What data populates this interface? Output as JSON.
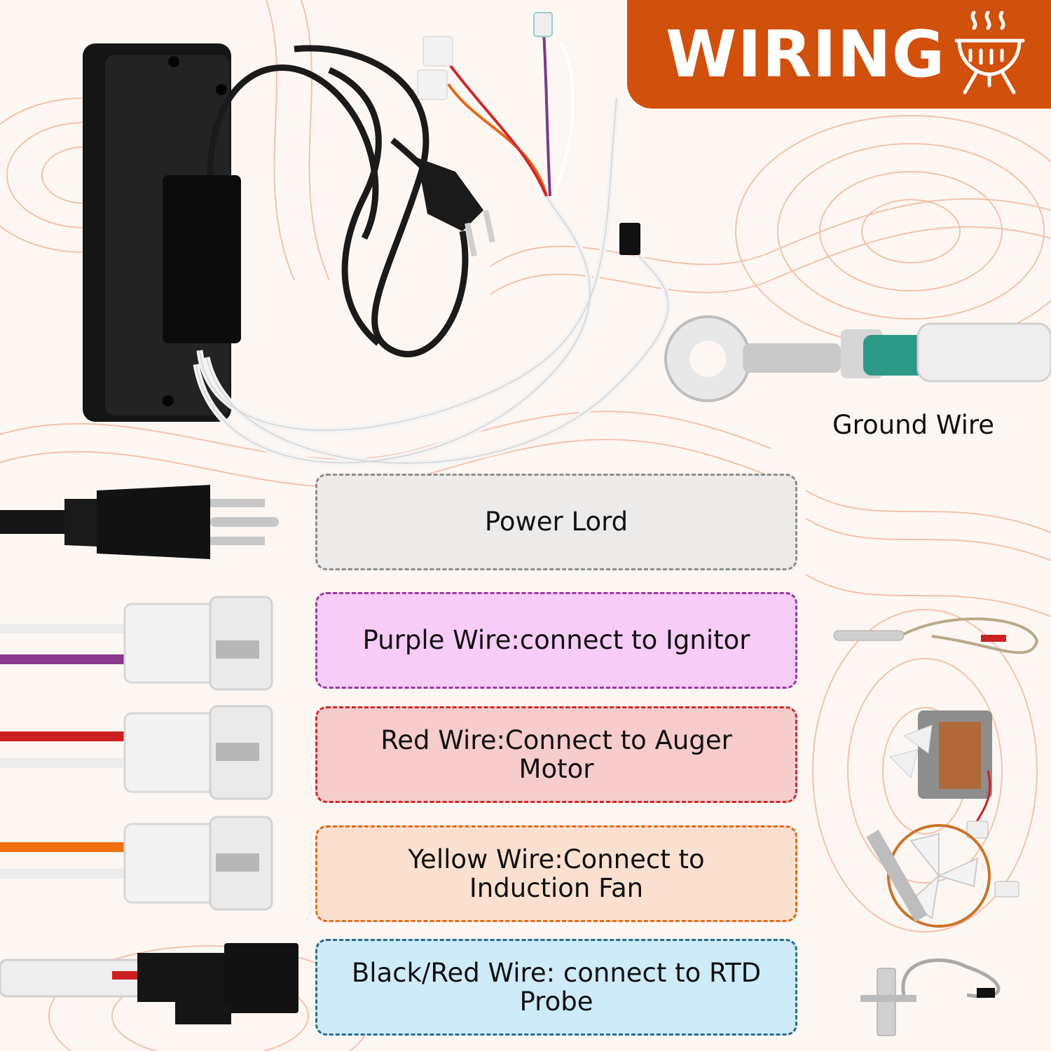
{
  "header": {
    "title": "WIRING",
    "icon": "grill-icon",
    "color": "#d0500c"
  },
  "ground_wire": {
    "label": "Ground Wire"
  },
  "connections": [
    {
      "id": "power",
      "label": "Power Lord",
      "color": "#8c8c8c"
    },
    {
      "id": "purple",
      "label": "Purple Wire:connect to Ignitor",
      "color": "#9a3aa0"
    },
    {
      "id": "red",
      "label": "Red Wire:Connect to Auger Motor",
      "color": "#cf2a2a"
    },
    {
      "id": "yellow",
      "label": "Yellow Wire:Connect to Induction Fan",
      "color": "#e36a1a"
    },
    {
      "id": "black",
      "label": "Black/Red Wire: connect to RTD Probe",
      "color": "#2a6d8f"
    }
  ]
}
